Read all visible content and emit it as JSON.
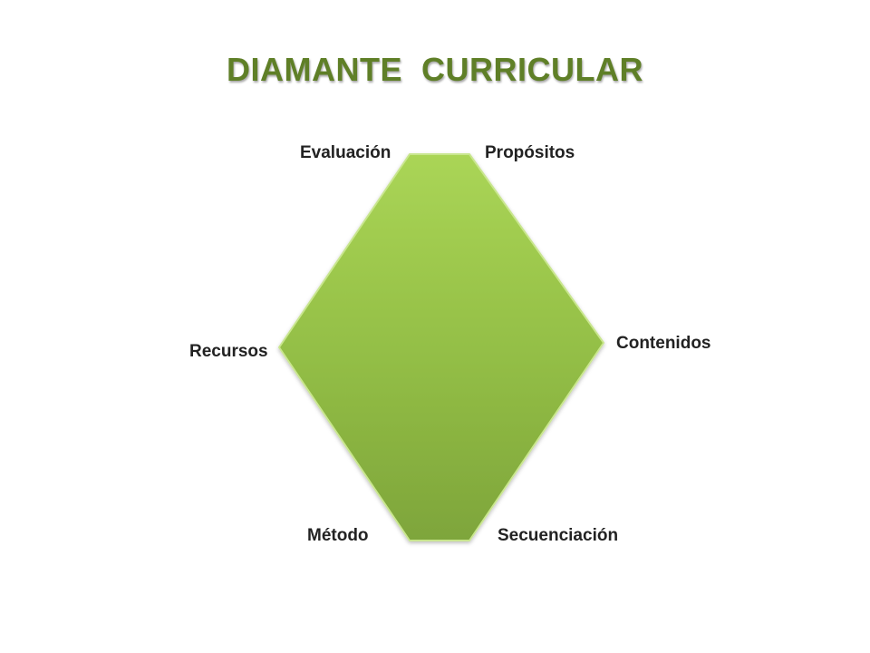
{
  "title": "DIAMANTE  CURRICULAR",
  "vertices": {
    "top_left": "Evaluación",
    "top_right": "Propósitos",
    "right": "Contenidos",
    "left": "Recursos",
    "bottom_left": "Método",
    "bottom_right": "Secuenciación"
  },
  "colors": {
    "title": "#5f7f27",
    "diamond_light": "#a8d352",
    "diamond_dark": "#7fa43a",
    "diamond_edge": "#c9e68f"
  }
}
